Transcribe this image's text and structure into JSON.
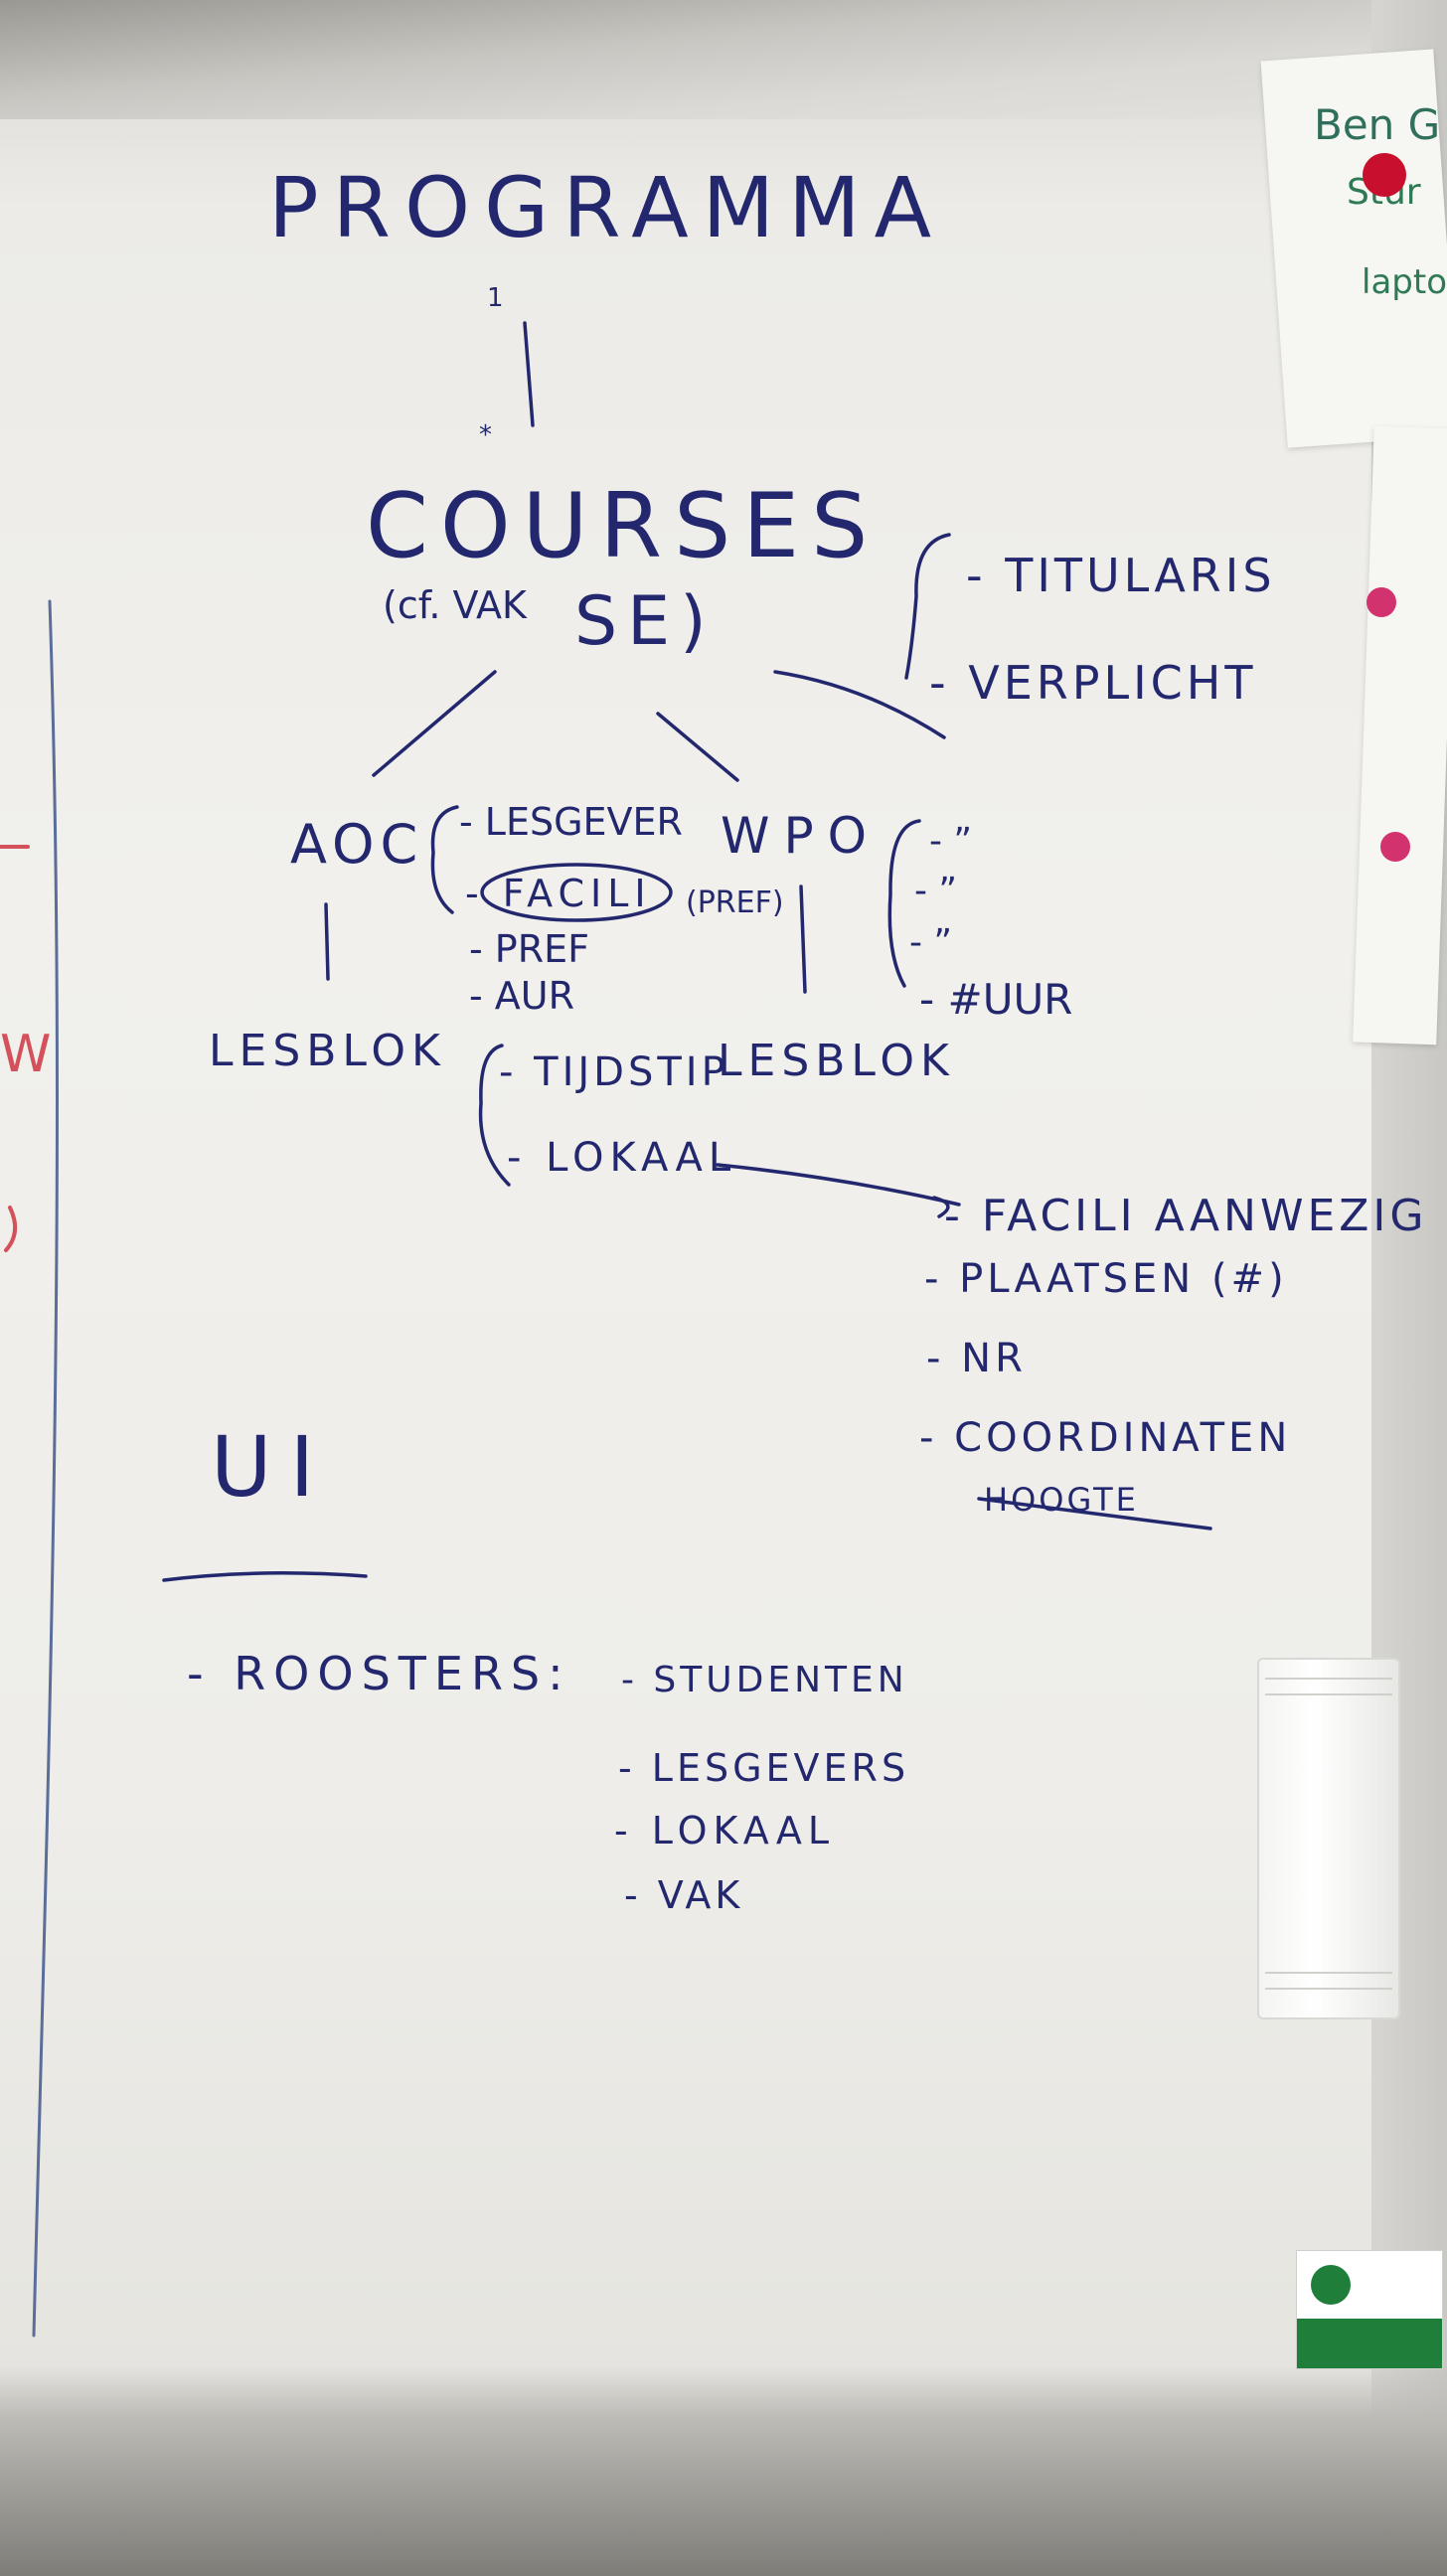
{
  "title": "PROGRAMMA",
  "arrow_label": "1",
  "arrow_tail": "*",
  "courses": "COURSES",
  "courses_note": "(cf. VAK",
  "courses_se": "SE)",
  "course_props": [
    "- TITULARIS",
    "- VERPLICHT"
  ],
  "aoc": {
    "label": "AOC",
    "items": [
      "- LESGEVER",
      "- FACILI",
      "- PREF",
      "- AUR"
    ],
    "pref_note": "(PREF)"
  },
  "wpo": {
    "label": "WPO",
    "items": [
      "- ”",
      "- ”",
      "- ”",
      "- #UUR"
    ]
  },
  "lesblok_left": "LESBLOK",
  "lesblok_right": "LESBLOK",
  "lesblok_items": [
    "- TIJDSTIP",
    "- LOKAAL"
  ],
  "lokaal_props": [
    "- FACILI AANWEZIG",
    "- PLAATSEN (#)",
    "- NR",
    "- COORDINATEN"
  ],
  "struck_text": "HOOGTE",
  "ui": {
    "heading": "UI",
    "roosters": "- ROOSTERS:",
    "items": [
      "- STUDENTEN",
      "- LESGEVERS",
      "- LOKAAL",
      "- VAK"
    ]
  },
  "margin_left_red": [
    "W"
  ],
  "paper_note": [
    "Ben G",
    "Stur",
    "laptop"
  ],
  "colors": {
    "ink": "#23286e",
    "red_ink": "#d4505b",
    "green_ink": "#2f7a54",
    "magnet": "#d2336e",
    "magnet_red": "#c8102e"
  },
  "icons": [
    "magnet-icon",
    "eraser",
    "eco-sticker"
  ]
}
